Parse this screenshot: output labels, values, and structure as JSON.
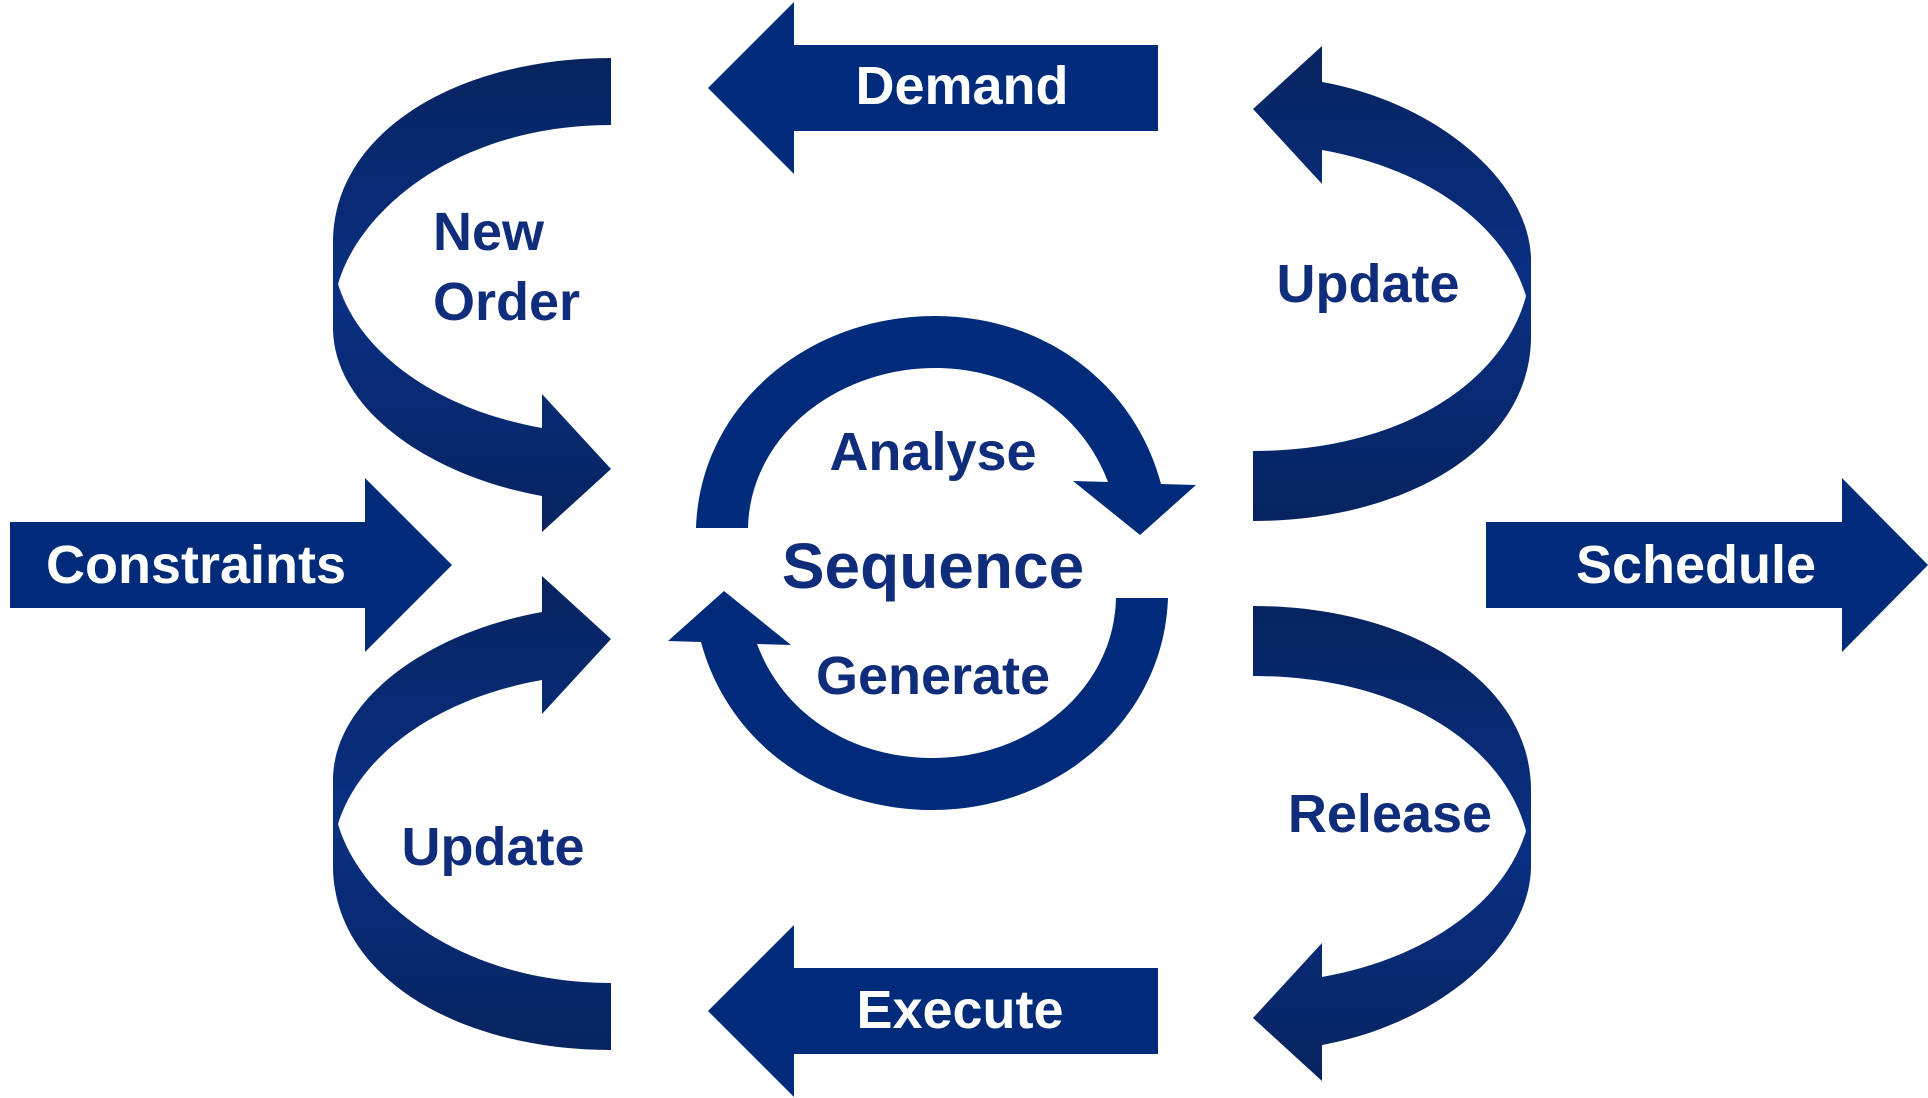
{
  "diagram": {
    "labels": {
      "demand": "Demand",
      "new_order": [
        "New",
        "Order"
      ],
      "update_top": "Update",
      "constraints": "Constraints",
      "schedule": "Schedule",
      "analyse": "Analyse",
      "sequence": "Sequence",
      "generate": "Generate",
      "update_bottom": "Update",
      "release": "Release",
      "execute": "Execute"
    },
    "colors": {
      "arrow_fill": "#002b7a",
      "arrow_dark": "#0a1f5f",
      "text_dark": "#0f2d7a",
      "text_light": "#ffffff"
    }
  }
}
